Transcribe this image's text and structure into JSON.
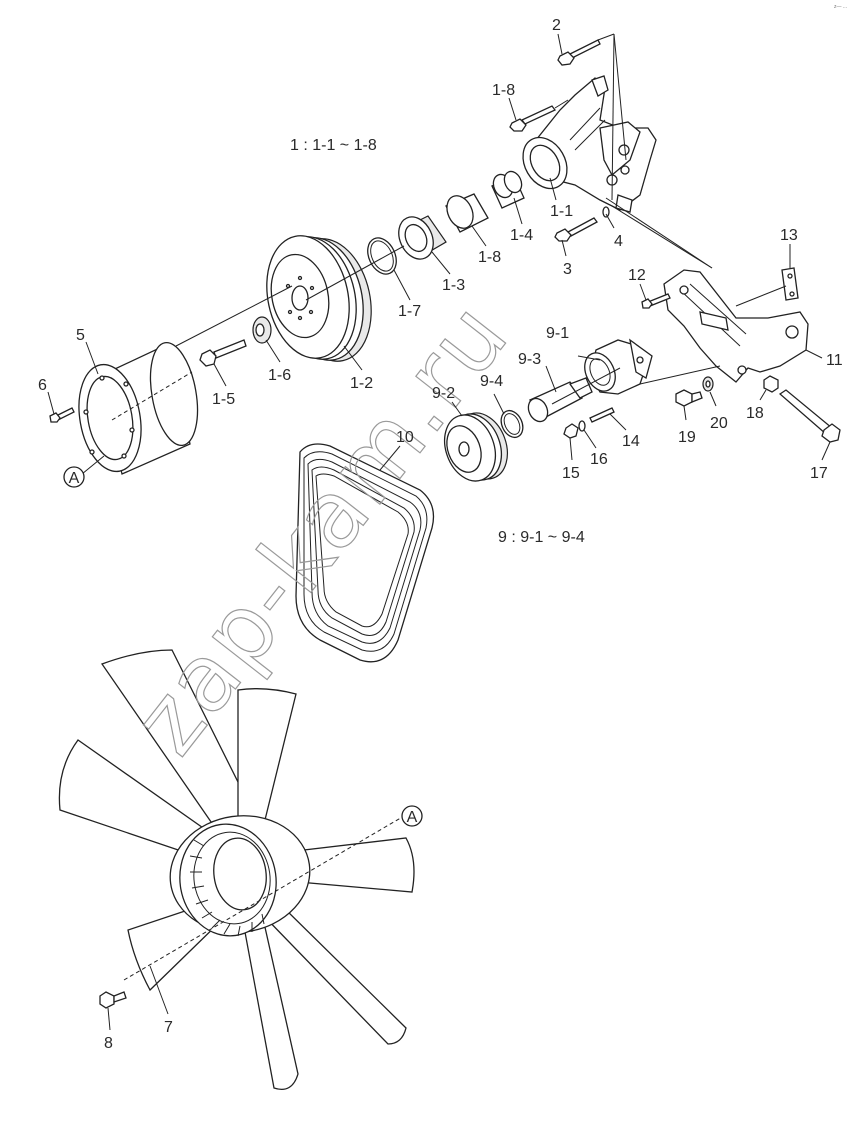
{
  "corner_mark": "z— ...",
  "watermark": "zap-kam.ru",
  "notes": {
    "group1": "1 : 1-1 ~ 1-8",
    "group9": "9 : 9-1 ~ 9-4"
  },
  "labels": {
    "p2": "2",
    "p1_8a": "1-8",
    "p1_1": "1-1",
    "p4": "4",
    "p1_4": "1-4",
    "p3": "3",
    "p1_8b": "1-8",
    "p1_3": "1-3",
    "p1_7": "1-7",
    "p1_2": "1-2",
    "p1_6": "1-6",
    "p1_5": "1-5",
    "p5": "5",
    "p6": "6",
    "pA1": "A",
    "p13": "13",
    "p12": "12",
    "p9_1": "9-1",
    "p11": "11",
    "p9_3": "9-3",
    "p9_4": "9-4",
    "p9_2": "9-2",
    "p18": "18",
    "p19": "19",
    "p20": "20",
    "p14": "14",
    "p16": "16",
    "p15": "15",
    "p17": "17",
    "p10": "10",
    "pA2": "A",
    "p8": "8",
    "p7": "7"
  }
}
